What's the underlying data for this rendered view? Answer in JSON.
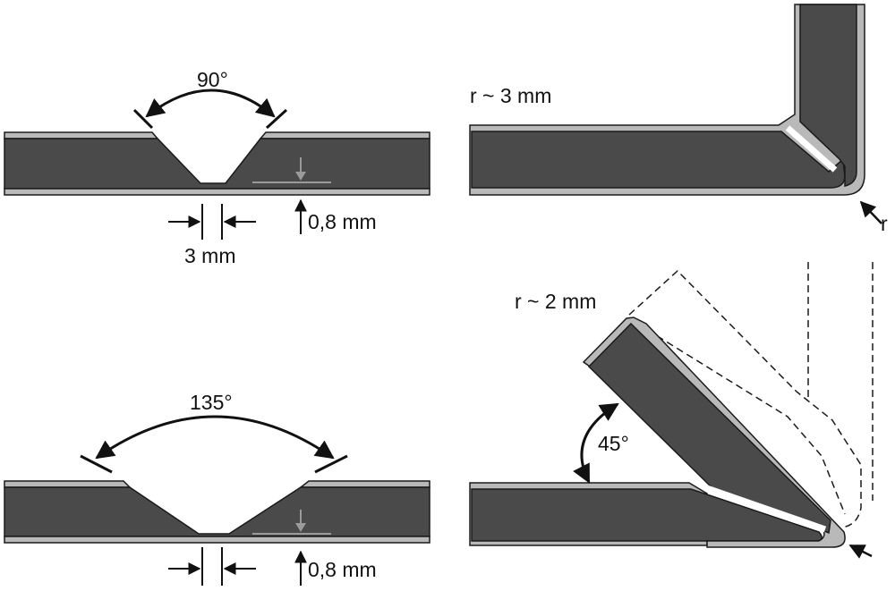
{
  "colors": {
    "panel": "#4a4a4a",
    "laminate": "#b9b9b9",
    "edge": "#1a1a1a",
    "groove_line": "#ffffff",
    "depth_mark": "#9a9a9a",
    "dashed": "#1a1a1a"
  },
  "icons": [
    "arrow-icon",
    "angle-arc-icon"
  ],
  "panels": {
    "groove_90": {
      "angle_label": "90°",
      "width_label": "3 mm",
      "depth_label": "0,8 mm"
    },
    "groove_135": {
      "angle_label": "135°",
      "depth_label": "0,8 mm"
    },
    "fold_90": {
      "radius_label": "r ~ 3 mm",
      "radius_marker": "r"
    },
    "fold_45": {
      "radius_label": "r ~ 2 mm",
      "angle_label": "45°"
    }
  }
}
